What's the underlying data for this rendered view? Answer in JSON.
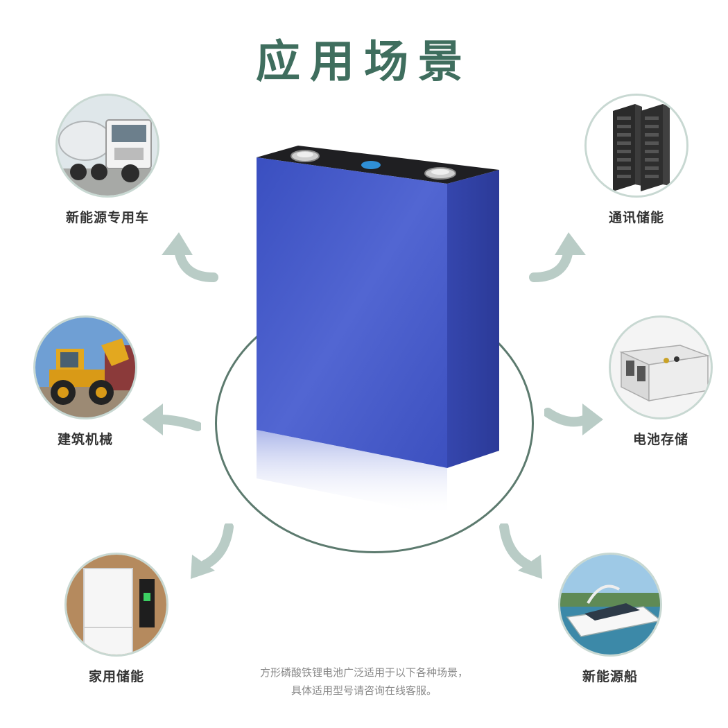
{
  "title": "应用场景",
  "scenes": {
    "truck": {
      "label": "新能源专用车",
      "icon": "truck-icon"
    },
    "telecom": {
      "label": "通讯储能",
      "icon": "server-rack-icon"
    },
    "machinery": {
      "label": "建筑机械",
      "icon": "wheel-loader-icon"
    },
    "storage": {
      "label": "电池存储",
      "icon": "battery-module-icon"
    },
    "home": {
      "label": "家用储能",
      "icon": "home-storage-icon"
    },
    "ship": {
      "label": "新能源船",
      "icon": "yacht-icon"
    }
  },
  "caption": {
    "line1": "方形磷酸铁锂电池广泛适用于以下各种场景，",
    "line2": "具体适用型号请咨询在线客服。"
  },
  "colors": {
    "title": "#3f6e5e",
    "ring": "#5c7a6e",
    "arrow": "#b9ccc6",
    "battery": "#4a5fc8"
  }
}
